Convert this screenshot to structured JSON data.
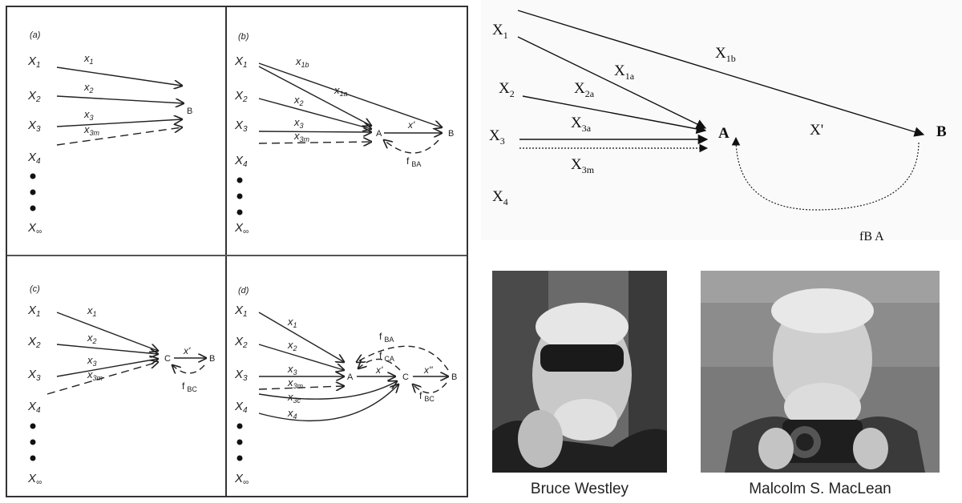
{
  "panels": {
    "a": {
      "tag": "(a)",
      "sources": [
        "X1",
        "X2",
        "X3",
        "X4",
        "X∞"
      ],
      "source_subs": [
        "1",
        "2",
        "3",
        "4",
        "∞"
      ],
      "edge_labels": [
        "x1",
        "x2",
        "x3",
        "x3m"
      ],
      "edge_subs": [
        "1",
        "2",
        "3",
        "3m"
      ],
      "target": "B"
    },
    "b": {
      "tag": "(b)",
      "sources": [
        "X1",
        "X2",
        "X3",
        "X4",
        "X∞"
      ],
      "source_subs": [
        "1",
        "2",
        "3",
        "4",
        "∞"
      ],
      "edge_subs": [
        "1b",
        "1a",
        "2",
        "3",
        "3m"
      ],
      "node_a": "A",
      "node_b": "B",
      "x_prime": "x'",
      "feedback": "f",
      "feedback_sub": "BA"
    },
    "c": {
      "tag": "(c)",
      "sources": [
        "X1",
        "X2",
        "X3",
        "X4",
        "X∞"
      ],
      "source_subs": [
        "1",
        "2",
        "3",
        "4",
        "∞"
      ],
      "edge_subs": [
        "1",
        "2",
        "3",
        "3m"
      ],
      "node_c": "C",
      "node_b": "B",
      "x_prime": "x'",
      "feedback": "f",
      "feedback_sub": "BC"
    },
    "d": {
      "tag": "(d)",
      "sources": [
        "X1",
        "X2",
        "X3",
        "X4",
        "X∞"
      ],
      "source_subs": [
        "1",
        "2",
        "3",
        "4",
        "∞"
      ],
      "edge_subs": [
        "1",
        "2",
        "3",
        "3m",
        "3c",
        "4"
      ],
      "node_a": "A",
      "node_c": "C",
      "node_b": "B",
      "x_prime": "x'",
      "x_dprime": "x''",
      "feedback": "f",
      "fb_subs": [
        "BA",
        "CA",
        "BC"
      ]
    }
  },
  "right_diagram": {
    "x_letter": "X",
    "sources": [
      "1",
      "2",
      "3",
      "4"
    ],
    "edge_subs": [
      "1b",
      "1a",
      "2a",
      "3a",
      "3m"
    ],
    "node_a": "A",
    "node_b": "B",
    "x_prime": "X'",
    "feedback_label": "fB A"
  },
  "photos": [
    {
      "caption": "Bruce Westley"
    },
    {
      "caption": "Malcolm S. MacLean"
    }
  ],
  "colors": {
    "ink": "#222222",
    "border": "#333333"
  }
}
